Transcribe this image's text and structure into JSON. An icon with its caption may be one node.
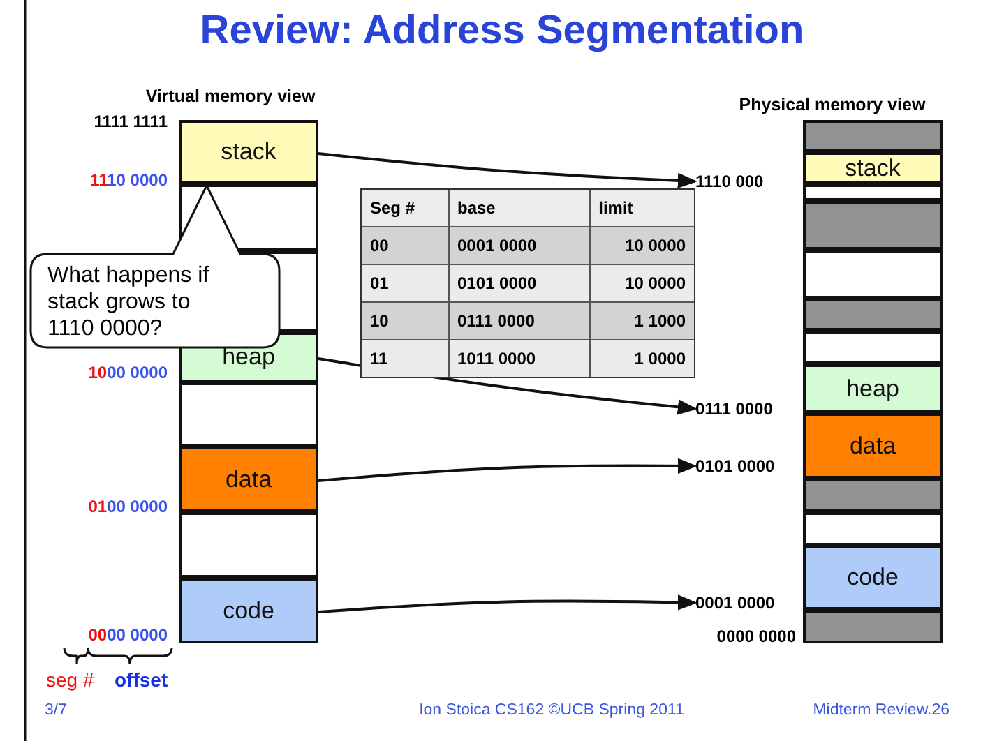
{
  "diagram": {
    "title": "Review: Address Segmentation",
    "nodes": [
      {
        "text": [
          "stack"
        ]
      },
      {
        "text": [],
        "shape": "box"
      },
      {
        "text": [],
        "shape": "box"
      },
      {
        "text": [
          "heap"
        ]
      },
      {
        "text": [],
        "shape": "box"
      },
      {
        "text": [
          "data"
        ]
      },
      {
        "text": [],
        "shape": "box"
      },
      {
        "text": [
          "code"
        ]
      },
      {
        "text": [
          "What happens if stack grows to 1110 0000?"
        ]
      },
      {
        "text": [
          "1110 000"
        ]
      },
      {
        "text": [
          "0111 0000"
        ]
      },
      {
        "text": [
          "0101 0000"
        ]
      },
      {
        "text": [
          "0001 0000"
        ]
      },
      {
        "text": [],
        "shape": "box"
      },
      {
        "text": [
          "stack"
        ]
      },
      {
        "text": [],
        "shape": "box"
      },
      {
        "text": [],
        "shape": "box"
      },
      {
        "text": [],
        "shape": "box"
      },
      {
        "text": [],
        "shape": "box"
      },
      {
        "text": [],
        "shape": "box"
      },
      {
        "text": [
          "heap"
        ]
      },
      {
        "text": [
          "data"
        ]
      },
      {
        "text": [],
        "shape": "box"
      },
      {
        "text": [],
        "shape": "box"
      },
      {
        "text": [
          "code"
        ]
      },
      {
        "text": [],
        "shape": "box"
      }
    ],
    "edges": [
      {
        "from": 0,
        "to": 9,
        "arrow": "to"
      },
      {
        "from": 3,
        "to": 10,
        "arrow": "to"
      },
      {
        "from": 5,
        "to": 11,
        "arrow": "to"
      },
      {
        "from": 7,
        "to": 12,
        "arrow": "to"
      }
    ],
    "labels": [
      "Virtual memory view",
      "1111 1111",
      "1110 0000",
      "Physical memory view",
      "Seg #",
      "base",
      "limit",
      "00",
      "0001 0000",
      "10 0000",
      "01",
      "0101 0000",
      "10 0000",
      "10",
      "0111 0000",
      "1 1000",
      "11",
      "1011 0000",
      "1 0000",
      "1000 0000",
      "0100 0000",
      "0000 0000",
      "0000 0000",
      "seg #",
      "offset",
      "3/7",
      "Ion Stoica CS162 ©UCB Spring 2011",
      "Midterm Review.26"
    ]
  }
}
